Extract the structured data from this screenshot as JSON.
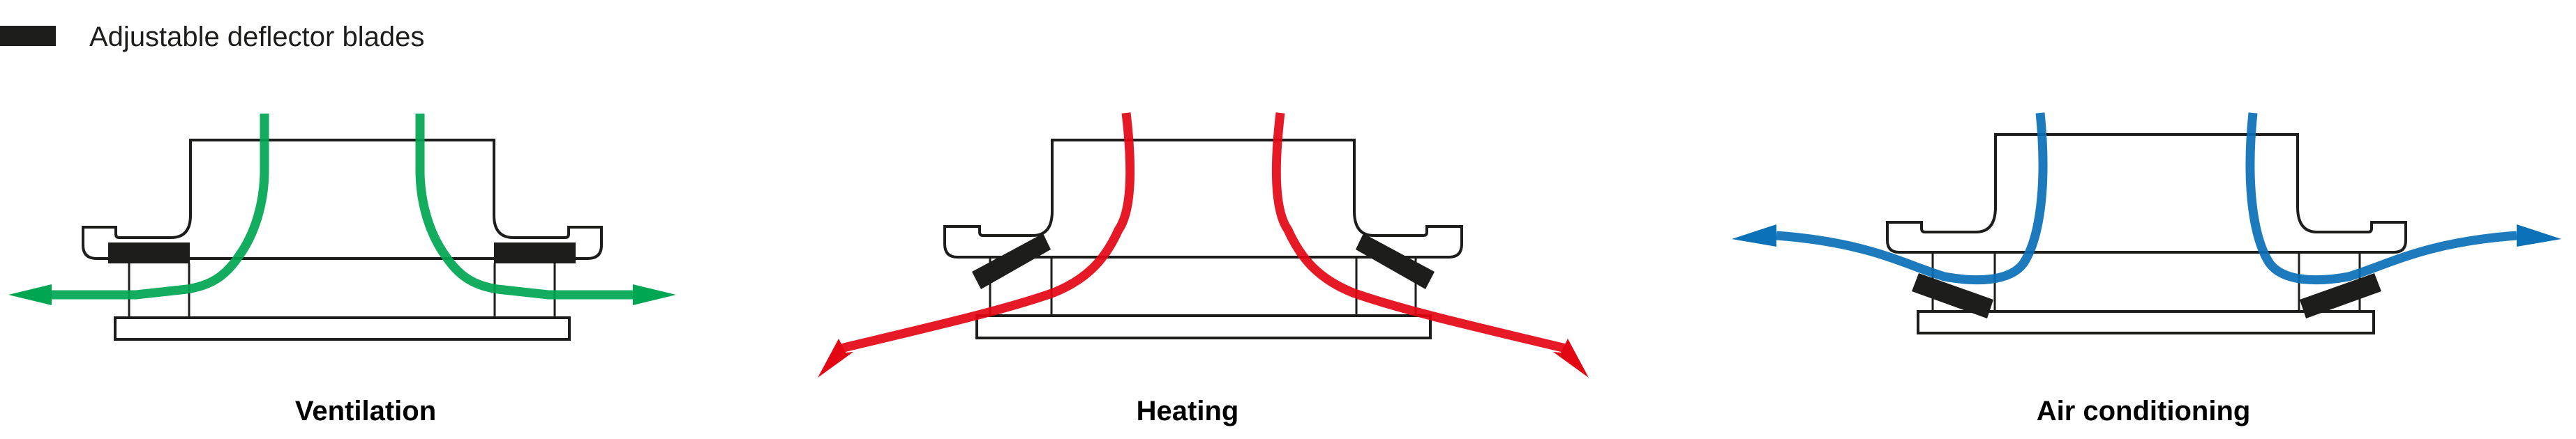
{
  "legend": {
    "label": "Adjustable deflector blades",
    "swatch_color": "#1d1d1b"
  },
  "modes": [
    {
      "label": "Ventilation",
      "flow_color": "#00a651",
      "blade_position": "horizontal",
      "airflow": "horizontal"
    },
    {
      "label": "Heating",
      "flow_color": "#e30613",
      "blade_position": "angled-down",
      "airflow": "downward"
    },
    {
      "label": "Air conditioning",
      "flow_color": "#0a70b7",
      "blade_position": "angled-up",
      "airflow": "upward"
    }
  ]
}
